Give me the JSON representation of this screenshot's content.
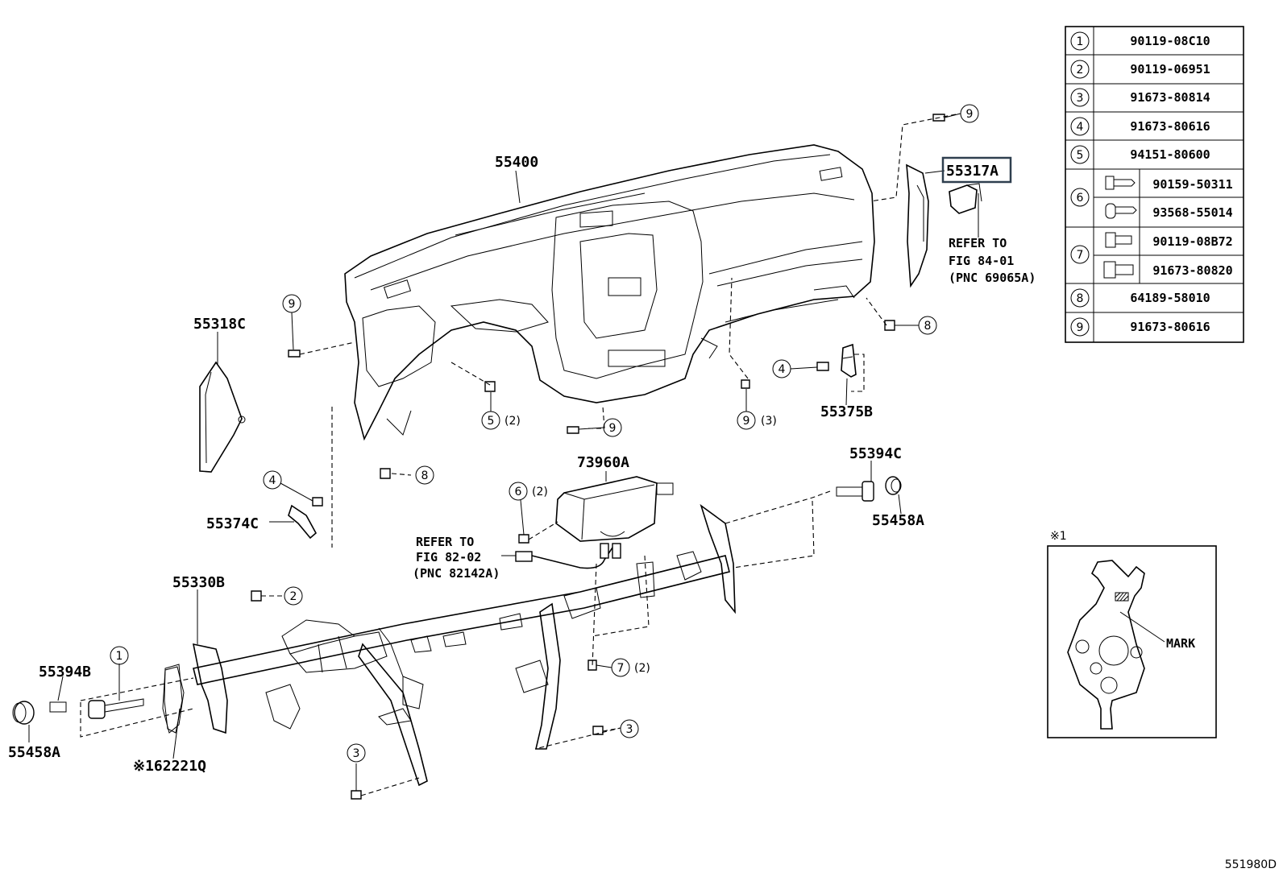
{
  "labels": {
    "p55400": "55400",
    "p55318C": "55318C",
    "p55317A": "55317A",
    "p55375B": "55375B",
    "p55374C": "55374C",
    "p73960A": "73960A",
    "p55394C": "55394C",
    "p55458A_right": "55458A",
    "p55330B": "55330B",
    "p55394B": "55394B",
    "p55458A_left": "55458A",
    "p162221Q": "※162221Q"
  },
  "notes": {
    "refer_84": [
      "REFER TO",
      "FIG 84-01",
      "(PNC 69065A)"
    ],
    "refer_82": [
      "REFER TO",
      "FIG 82-02",
      "(PNC 82142A)"
    ]
  },
  "callouts": {
    "c9_top": "9",
    "c9_left": "9",
    "c9_bottom": "9",
    "c9_right": "9",
    "c9_right_qty": "(3)",
    "c8_right": "8",
    "c8_left": "8",
    "c5": "5",
    "c5_qty": "(2)",
    "c4_right": "4",
    "c4_left": "4",
    "c6": "6",
    "c6_qty": "(2)",
    "c7": "7",
    "c7_qty": "(2)",
    "c2": "2",
    "c1": "1",
    "c3_right": "3",
    "c3_bottom": "3"
  },
  "inset": {
    "marker": "※1",
    "mark_label": "MARK"
  },
  "footer_code": "551980D",
  "parts_table": [
    {
      "no": "1",
      "parts": [
        "90119-08C10"
      ]
    },
    {
      "no": "2",
      "parts": [
        "90119-06951"
      ]
    },
    {
      "no": "3",
      "parts": [
        "91673-80814"
      ]
    },
    {
      "no": "4",
      "parts": [
        "91673-80616"
      ]
    },
    {
      "no": "5",
      "parts": [
        "94151-80600"
      ]
    },
    {
      "no": "6",
      "parts": [
        "90159-50311",
        "93568-55014"
      ]
    },
    {
      "no": "7",
      "parts": [
        "90119-08B72",
        "91673-80820"
      ]
    },
    {
      "no": "8",
      "parts": [
        "64189-58010"
      ]
    },
    {
      "no": "9",
      "parts": [
        "91673-80616"
      ]
    }
  ],
  "colors": {
    "highlight_box": "#2f3f4f"
  }
}
